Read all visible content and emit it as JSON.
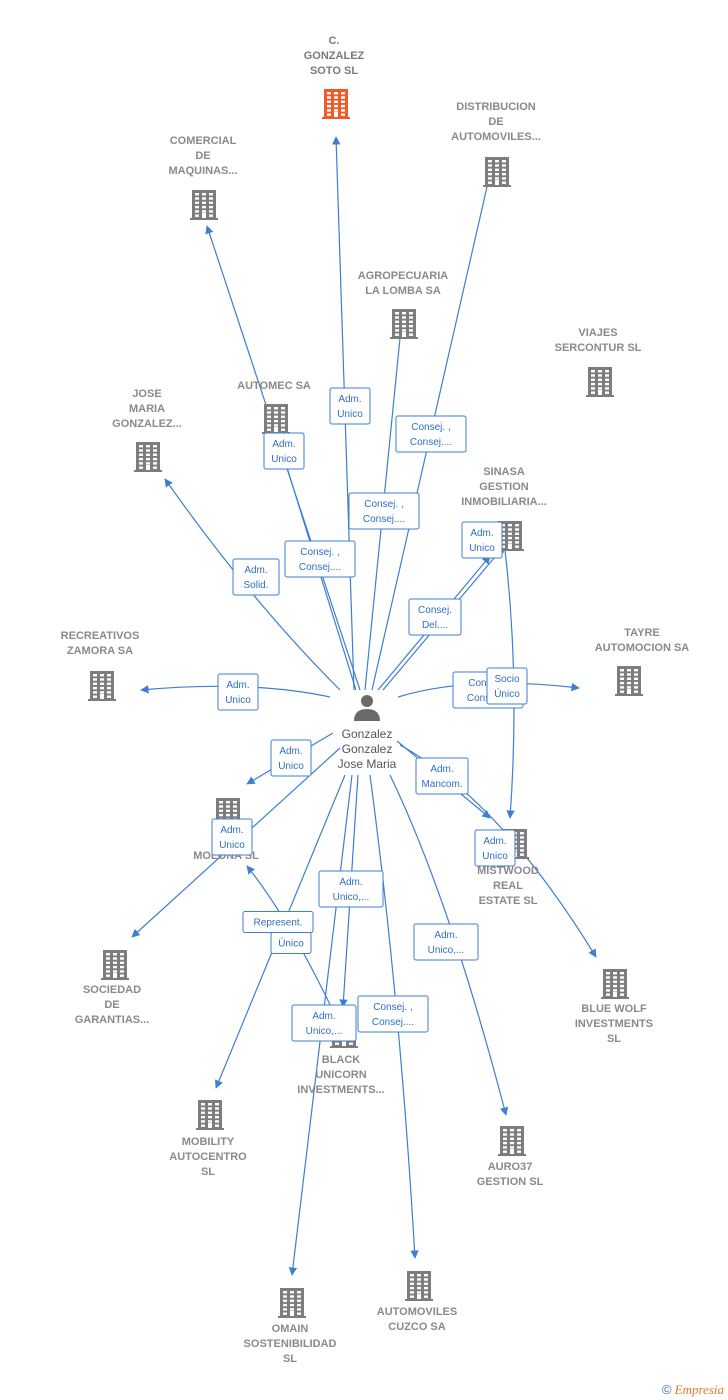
{
  "colors": {
    "edge": "#3d7fd0",
    "building": "#7d7d7d",
    "highlight": "#f05a28",
    "person": "#6a6a6a"
  },
  "center": {
    "lines": [
      "Gonzalez",
      "Gonzalez",
      "Jose Maria"
    ],
    "icon": "person-icon"
  },
  "nodes": [
    {
      "id": "c-gonzalez",
      "lines": [
        "C.",
        "GONZALEZ",
        "SOTO  SL"
      ],
      "highlight": true
    },
    {
      "id": "distribucion",
      "lines": [
        "DISTRIBUCION",
        "DE",
        "AUTOMOVILES..."
      ]
    },
    {
      "id": "comercial",
      "lines": [
        "COMERCIAL",
        "DE",
        "MAQUINAS..."
      ]
    },
    {
      "id": "agropecuaria",
      "lines": [
        "AGROPECUARIA",
        "LA LOMBA SA"
      ]
    },
    {
      "id": "viajes",
      "lines": [
        "VIAJES",
        "SERCONTUR SL"
      ]
    },
    {
      "id": "jose-maria",
      "lines": [
        "JOSE",
        "MARIA",
        "GONZALEZ..."
      ]
    },
    {
      "id": "automec",
      "lines": [
        "AUTOMEC SA"
      ]
    },
    {
      "id": "sinasa",
      "lines": [
        "SINASA",
        "GESTION",
        "INMOBILIARIA..."
      ]
    },
    {
      "id": "recreativos",
      "lines": [
        "RECREATIVOS",
        "ZAMORA SA"
      ]
    },
    {
      "id": "tayre",
      "lines": [
        "TAYRE",
        "AUTOMOCION SA"
      ]
    },
    {
      "id": "es-molona",
      "lines": [
        "ES",
        "MOLONA  SL"
      ]
    },
    {
      "id": "mistwood",
      "lines": [
        "MISTWOOD",
        "REAL",
        "ESTATE  SL"
      ]
    },
    {
      "id": "sociedad",
      "lines": [
        "SOCIEDAD",
        "DE",
        "GARANTIAS..."
      ]
    },
    {
      "id": "blue-wolf",
      "lines": [
        "BLUE WOLF",
        "INVESTMENTS",
        "SL"
      ]
    },
    {
      "id": "black-unicorn",
      "lines": [
        "BLACK",
        "UNICORN",
        "INVESTMENTS..."
      ]
    },
    {
      "id": "mobility",
      "lines": [
        "MOBILITY",
        "AUTOCENTRO",
        "SL"
      ]
    },
    {
      "id": "auro37",
      "lines": [
        "AURO37",
        "GESTION  SL"
      ]
    },
    {
      "id": "omain",
      "lines": [
        "OMAIN",
        "SOSTENIBILIDAD",
        "SL"
      ]
    },
    {
      "id": "automoviles-cuzco",
      "lines": [
        "AUTOMOVILES",
        "CUZCO SA"
      ]
    }
  ],
  "edge_labels": [
    {
      "id": "l-cgonzalez",
      "lines": [
        "Adm.",
        "Unico"
      ]
    },
    {
      "id": "l-distribucion",
      "lines": [
        "Consej. ,",
        "Consej...."
      ]
    },
    {
      "id": "l-agropecuaria",
      "lines": [
        "Consej. ,",
        "Consej...."
      ]
    },
    {
      "id": "l-automec",
      "lines": [
        "Adm.",
        "Unico"
      ]
    },
    {
      "id": "l-comercial",
      "lines": [
        "Consej. ,",
        "Consej...."
      ]
    },
    {
      "id": "l-josemaria",
      "lines": [
        "Adm.",
        "Solid."
      ]
    },
    {
      "id": "l-sinasa-adm",
      "lines": [
        "Adm.",
        "Unico"
      ]
    },
    {
      "id": "l-sinasa-consej",
      "lines": [
        "Consej.",
        "Del...."
      ]
    },
    {
      "id": "l-recreativos",
      "lines": [
        "Adm.",
        "Unico"
      ]
    },
    {
      "id": "l-tayre",
      "lines": [
        "Consej. ,",
        "Consej...."
      ]
    },
    {
      "id": "l-socio",
      "lines": [
        "Socio",
        "Único"
      ]
    },
    {
      "id": "l-esmolona-1",
      "lines": [
        "Adm.",
        "Unico"
      ]
    },
    {
      "id": "l-esmolona-2",
      "lines": [
        "Adm.",
        "Unico"
      ]
    },
    {
      "id": "l-mistwood",
      "lines": [
        "Adm.",
        "Mancom."
      ]
    },
    {
      "id": "l-bluewolf",
      "lines": [
        "Adm.",
        "Unico"
      ]
    },
    {
      "id": "l-represent",
      "lines": [
        "Represent."
      ]
    },
    {
      "id": "l-unico",
      "lines": [
        "Único"
      ]
    },
    {
      "id": "l-black",
      "lines": [
        "Adm.",
        "Unico,..."
      ]
    },
    {
      "id": "l-auro",
      "lines": [
        "Adm.",
        "Unico,..."
      ]
    },
    {
      "id": "l-cuzco",
      "lines": [
        "Consej. ,",
        "Consej...."
      ]
    },
    {
      "id": "l-omain",
      "lines": [
        "Adm.",
        "Unico,..."
      ]
    }
  ],
  "footer": {
    "copyright": "©",
    "brand": "Empresia"
  }
}
